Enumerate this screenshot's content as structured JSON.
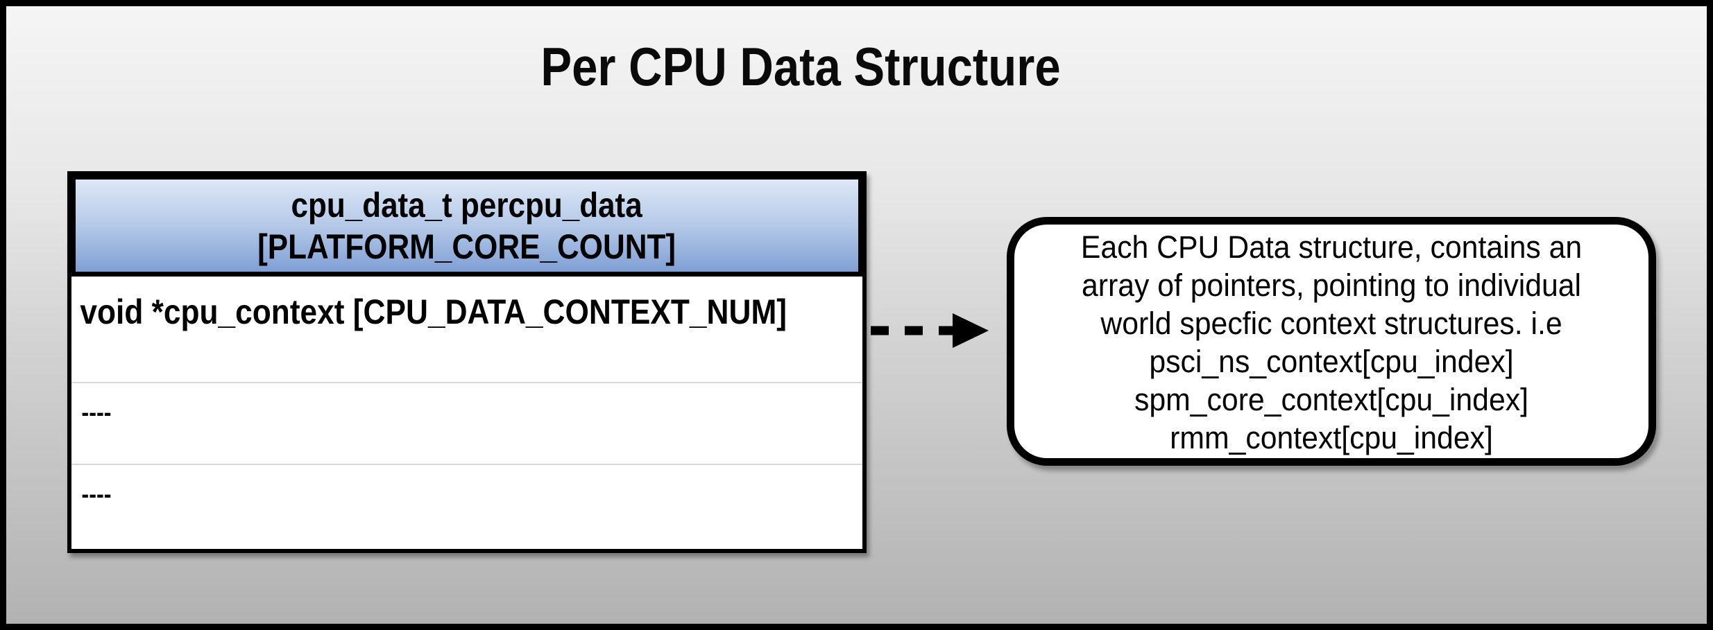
{
  "page": {
    "title": "Per CPU Data Structure"
  },
  "table": {
    "header_line1": "cpu_data_t percpu_data",
    "header_line2": "[PLATFORM_CORE_COUNT]",
    "rows": [
      {
        "label": "void *cpu_context [CPU_DATA_CONTEXT_NUM]"
      },
      {
        "label": "----"
      },
      {
        "label": "----"
      }
    ]
  },
  "annotation": {
    "lines": [
      "Each CPU Data structure, contains an",
      "array of pointers, pointing to individual",
      "world specfic context structures. i.e",
      "psci_ns_context[cpu_index]",
      "spm_core_context[cpu_index]",
      "rmm_context[cpu_index]"
    ]
  },
  "icons": {
    "connector": "dashed-right-arrow"
  },
  "colors": {
    "frame_border": "#000000",
    "background_top": "#f5f5f5",
    "background_bottom": "#b2b2b2",
    "header_gradient_top": "#dde7f6",
    "header_gradient_bottom": "#7f9fd4",
    "row_divider": "#d8d8d8",
    "box_fill": "#ffffff",
    "text": "#000000"
  }
}
